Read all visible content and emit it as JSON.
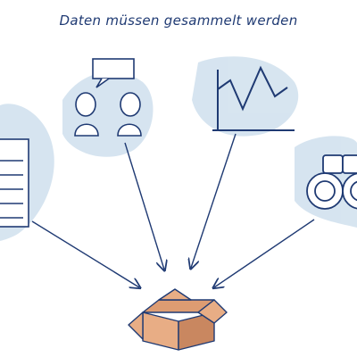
{
  "title": "Daten müssen gesammelt werden",
  "colors": {
    "ink": "#1f3a73",
    "wash": "#c9dceb",
    "box_fill": "#e8ad85",
    "box_dark": "#c98760"
  },
  "sources": [
    {
      "name": "document-list",
      "icon": "list-document-icon"
    },
    {
      "name": "conversation",
      "icon": "two-people-talking-icon"
    },
    {
      "name": "line-chart",
      "icon": "line-chart-icon"
    },
    {
      "name": "observation",
      "icon": "binoculars-icon"
    }
  ],
  "target": {
    "name": "collection-box",
    "icon": "open-cardboard-box-icon"
  }
}
